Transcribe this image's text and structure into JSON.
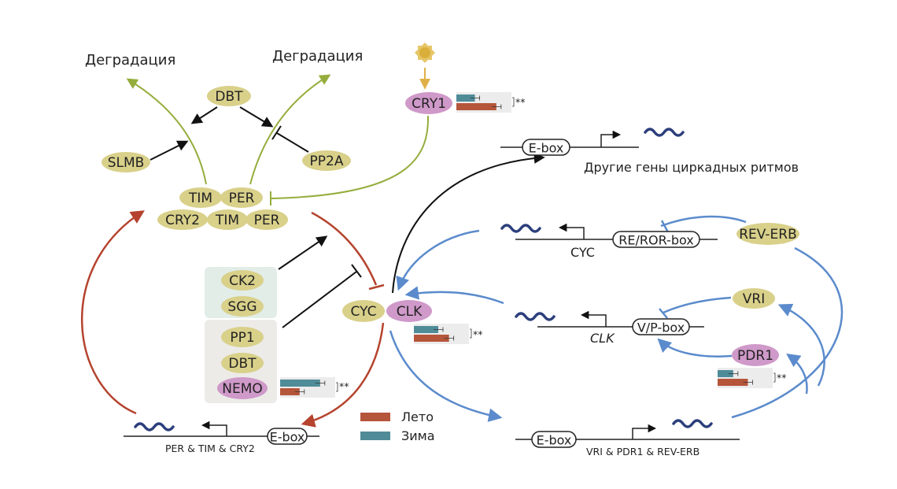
{
  "degradation_left": "Деградация",
  "degradation_right": "Деградация",
  "nodes": {
    "dbt_top": "DBT",
    "slmb": "SLMB",
    "pp2a": "PP2A",
    "cry1": "CRY1",
    "tim_a": "TIM",
    "per_a": "PER",
    "cry2": "CRY2",
    "tim_b": "TIM",
    "per_b": "PER",
    "ck2": "CK2",
    "sgg": "SGG",
    "pp1": "PP1",
    "dbt": "DBT",
    "nemo": "NEMO",
    "cyc": "CYC",
    "clk": "CLK",
    "rev_erb": "REV-ERB",
    "vri": "VRI",
    "pdr1": "PDR1"
  },
  "boxes": {
    "ebox_top": "E-box",
    "re_ror": "RE/ROR-box",
    "vp_box": "V/P-box",
    "ebox_left": "E-box",
    "ebox_bottom": "E-box"
  },
  "gene_labels": {
    "other_genes": "Другие гены циркадных ритмов",
    "cyc_gene": "CYC",
    "clk_gene": "CLK",
    "per_tim_cry2": "PER & TIM & CRY2",
    "vri_pdr1_reverb": "VRI & PDR1 & REV-ERB"
  },
  "significance": {
    "cry1": "**",
    "clk": "**",
    "nemo": "**",
    "pdr1": "**"
  },
  "legend": {
    "summer": "Лето",
    "winter": "Зима"
  },
  "colors": {
    "olive_node": "#d9d08a",
    "pink_node": "#cf99c9",
    "green_arrow": "#95ad3c",
    "red_arrow": "#b5432e",
    "blue_arrow": "#5b8bcc",
    "summer": "#b5553a",
    "winter": "#4f8c98",
    "wave": "#2c3f7c",
    "sun": "#d9ae3a"
  },
  "bar_charts": {
    "cry1": {
      "winter": 0.38,
      "summer": 0.82
    },
    "clk": {
      "winter": 0.5,
      "summer": 0.72
    },
    "nemo": {
      "winter": 0.82,
      "summer": 0.4
    },
    "pdr1": {
      "winter": 0.32,
      "summer": 0.62
    }
  }
}
